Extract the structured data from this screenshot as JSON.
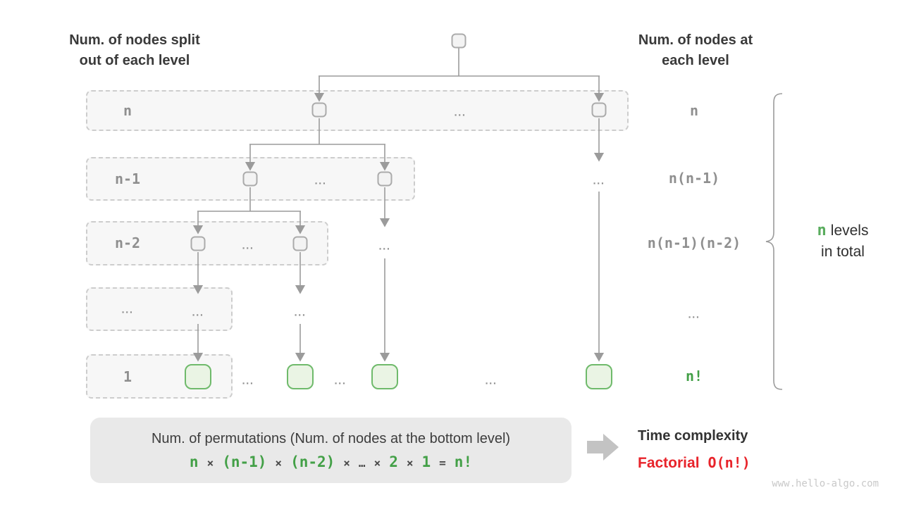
{
  "headers": {
    "left": {
      "line1": "Num. of nodes split",
      "line2": "out of each level"
    },
    "right": {
      "line1": "Num. of nodes at",
      "line2": "each level"
    }
  },
  "levels": [
    {
      "split": "n",
      "count": "n"
    },
    {
      "split": "n-1",
      "count": "n(n-1)"
    },
    {
      "split": "n-2",
      "count": "n(n-1)(n-2)"
    },
    {
      "split": "...",
      "count": "..."
    },
    {
      "split": "1",
      "count": "n!"
    }
  ],
  "ellipsis": "...",
  "brace_note": {
    "highlight": "n",
    "line1_rest": "levels",
    "line2": "in total"
  },
  "summary": {
    "caption": "Num. of permutations (Num. of nodes at the bottom level)",
    "equation": [
      {
        "t": "n"
      },
      {
        "t": "×"
      },
      {
        "t": "(n-1)"
      },
      {
        "t": "×"
      },
      {
        "t": "(n-2)"
      },
      {
        "t": "×"
      },
      {
        "t": "…"
      },
      {
        "t": "×"
      },
      {
        "t": "2"
      },
      {
        "t": "×"
      },
      {
        "t": "1"
      },
      {
        "t": "="
      },
      {
        "t": "n!"
      }
    ]
  },
  "result": {
    "title": "Time complexity",
    "label": "Factorial",
    "value": "O(n!)"
  },
  "watermark": "www.hello-algo.com",
  "colors": {
    "green": "#43a047",
    "red": "#e8242b",
    "gray_label": "#8f8f8f",
    "dark": "#3a3a3a"
  }
}
